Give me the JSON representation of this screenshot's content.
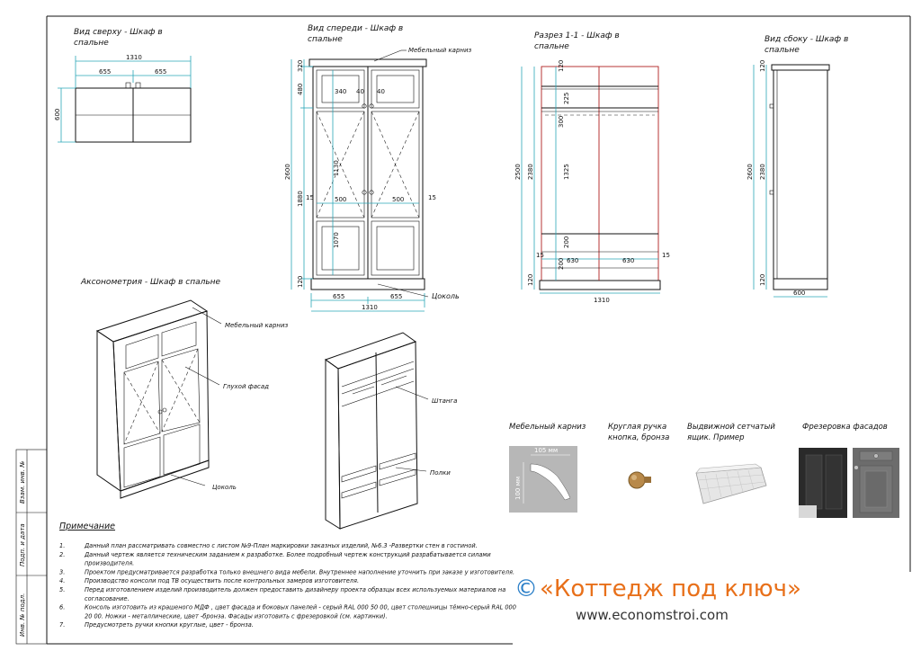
{
  "views": {
    "top": {
      "title": "Вид сверху - Шкаф в",
      "title2": "спальне"
    },
    "front": {
      "title": "Вид спереди - Шкаф в",
      "title2": "спальне",
      "cornice": "Мебельный карниз",
      "plinth": "Цоколь"
    },
    "section": {
      "title": "Разрез 1-1 - Шкаф в",
      "title2": "спальне"
    },
    "side": {
      "title": "Вид сбоку - Шкаф в",
      "title2": "спальне"
    },
    "axo": {
      "title": "Аксонометрия - Шкаф в спальне",
      "cornice": "Мебельный карниз",
      "facade": "Глухой фасад",
      "plinth": "Цоколь"
    },
    "interior": {
      "rod": "Штанга",
      "shelves": "Полки"
    }
  },
  "dims": {
    "top": {
      "total": "1310",
      "a": "655",
      "b": "655",
      "depth": "600"
    },
    "front": {
      "h1": "320",
      "h2": "480",
      "h3": "2600",
      "h4": "1880",
      "h5": "120",
      "w1": "655",
      "w2": "655",
      "wt": "1310",
      "i1": "340",
      "i2": "40",
      "i3": "40",
      "i4": "1130",
      "i5": "500",
      "i6": "500",
      "i7": "15",
      "i8": "15",
      "i9": "1070"
    },
    "section": {
      "h1": "120",
      "h2": "225",
      "h3": "300",
      "h4": "1325",
      "h5": "200",
      "h6": "200",
      "h7": "2500",
      "h8": "2380",
      "h9": "120",
      "w1": "630",
      "w2": "630",
      "wt": "1310",
      "s1": "15",
      "s2": "15"
    },
    "side": {
      "h1": "120",
      "h2": "2600",
      "h3": "2380",
      "h4": "120",
      "w": "600"
    }
  },
  "swatches": [
    {
      "title": "Мебельный карниз",
      "title2": "",
      "inner1": "105 мм",
      "inner2": "100 мм"
    },
    {
      "title": "Круглая ручка",
      "title2": "кнопка, бронза"
    },
    {
      "title": "Выдвижной сетчатый",
      "title2": "ящик. Пример"
    },
    {
      "title": "Фрезеровка фасадов",
      "title2": ""
    }
  ],
  "sidebar": {
    "a": "Взам. инв. №",
    "b": "Подп. и дата",
    "c": "Инв. № подл."
  },
  "notes": {
    "heading": "Примечание",
    "items": [
      {
        "n": "1.",
        "lines": [
          "Данный план рассматривать совместно с листом  №9-План маркировки заказных изделий, №6.3 -Развертки стен в гостиной."
        ]
      },
      {
        "n": "2.",
        "lines": [
          "Данный чертеж является техническим заданием к разработке. Более подробный чертеж конструкций разрабатывается силами",
          "производителя."
        ]
      },
      {
        "n": "3.",
        "lines": [
          "Проектом предусматривается разработка только внешнего вида мебели. Внутреннее наполнение уточнить при заказе у изготовителя."
        ]
      },
      {
        "n": "4.",
        "lines": [
          "Производство консоли под ТВ осуществить после контрольных замеров изготовителя."
        ]
      },
      {
        "n": "5.",
        "lines": [
          "Перед изготовлением изделий производитель должен предоставить дизайнеру проекта образцы всех используемых материалов на",
          "согласование."
        ]
      },
      {
        "n": "6.",
        "lines": [
          "Консоль изготовить из крашеного МДФ , цвет фасада и боковых панелей - серый RAL 000 50 00, цвет столешницы тёмно-серый RAL 000",
          "20 00. Ножки - металлические, цвет -бронза. Фасады изготовить с фрезеровкой (см. картинки)."
        ]
      },
      {
        "n": "7.",
        "lines": [
          "Предусмотреть ручки кнопки круглые, цвет - бронза."
        ]
      }
    ]
  },
  "branding": {
    "symbol": "©",
    "name": "«Коттедж под ключ»",
    "site": "www.economstroi.com"
  },
  "colors": {
    "dimension": "#2aa6b8",
    "section": "#b02020",
    "brand": "#2b7fc8",
    "brandAccent": "#e8701a"
  }
}
